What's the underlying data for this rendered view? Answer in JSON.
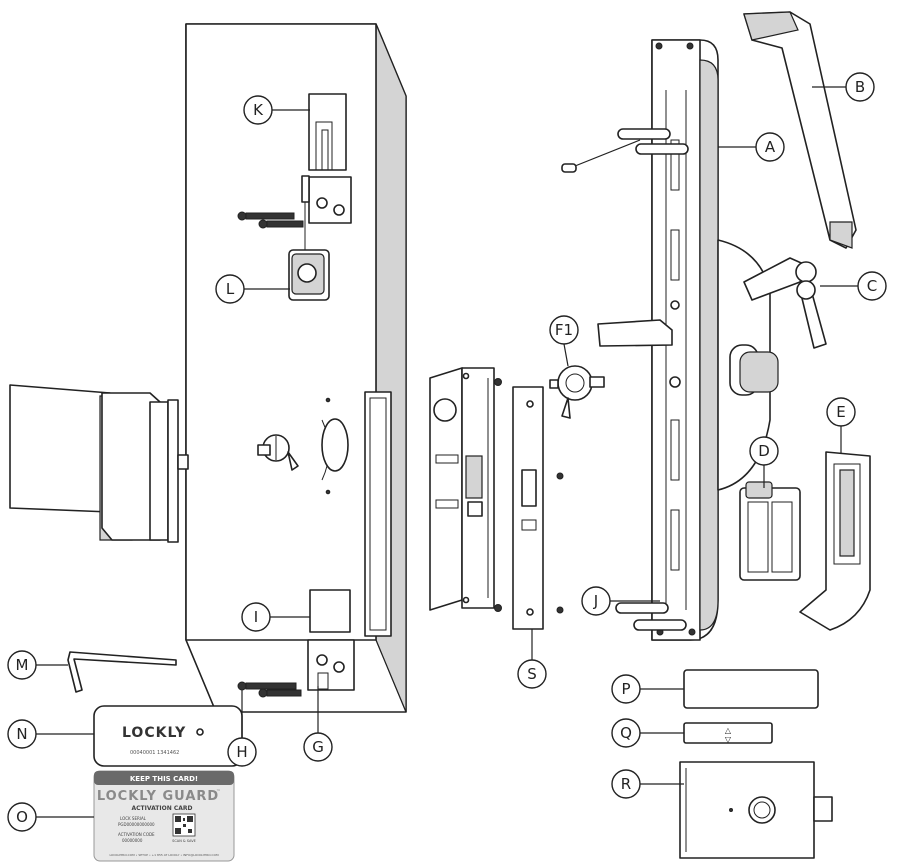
{
  "callouts": {
    "A": "A",
    "B": "B",
    "C": "C",
    "D": "D",
    "E": "E",
    "F1": "F1",
    "G": "G",
    "H": "H",
    "I": "I",
    "J": "J",
    "K": "K",
    "L": "L",
    "M": "M",
    "N": "N",
    "O": "O",
    "P": "P",
    "Q": "Q",
    "R": "R",
    "S": "S"
  },
  "tag_card": {
    "brand": "LOCKLY",
    "serial": "00040001 1341462"
  },
  "activation_card": {
    "header": "KEEP THIS CARD!",
    "brand": "LOCKLY GUARD",
    "trademark": "™",
    "subtitle": "ACTIVATION CARD",
    "lock_serial_label": "LOCK SERIAL",
    "lock_serial_value": "PGD00000000000",
    "activation_code_label": "ACTIVATION CODE",
    "activation_code_value": "00000000",
    "qr_caption": "SCAN & SAVE",
    "footer": "LOCKLYPRO.COM • SETUP • +1 855 AT LOCKLY • INFO@LOCKLYPRO.COM"
  },
  "arrow_symbols": {
    "up": "△",
    "down": "▽"
  },
  "colors": {
    "line": "#222222",
    "fill": "#ffffff",
    "shade": "#d9d9d9",
    "card_dark": "#555555",
    "card_light": "#e8e8e8"
  }
}
